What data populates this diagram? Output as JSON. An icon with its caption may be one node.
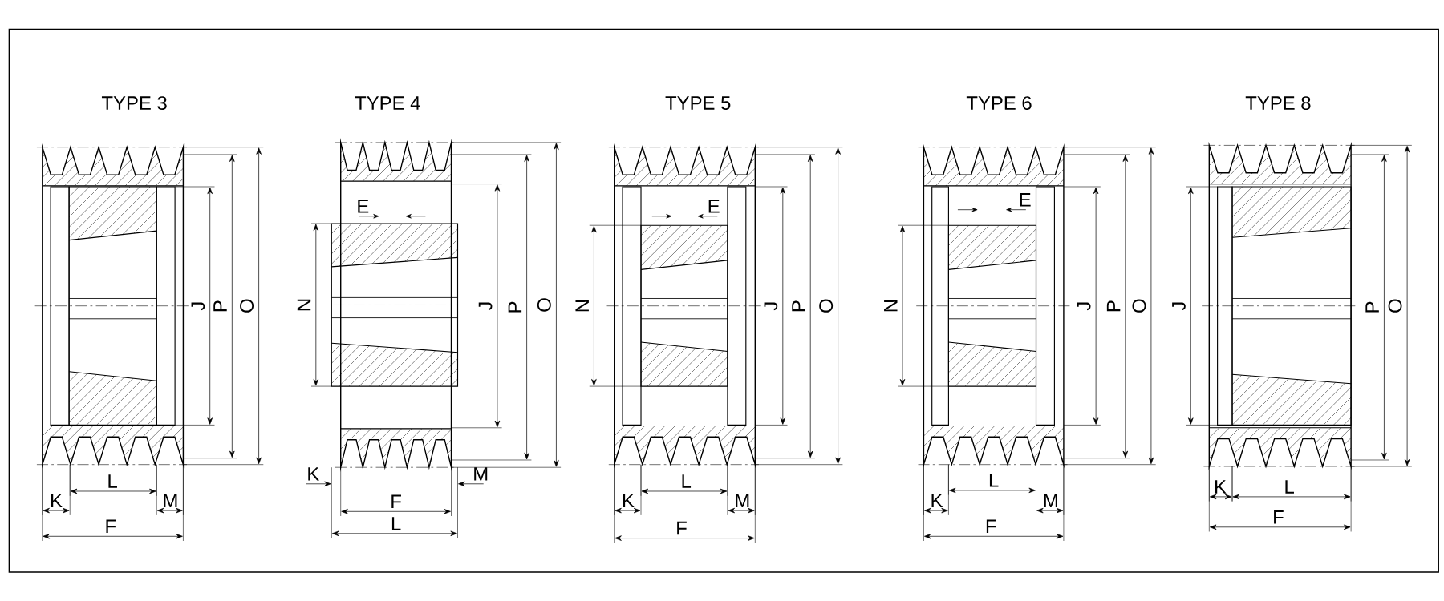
{
  "diagram": {
    "labels": [
      "TYPE 3",
      "J",
      "P",
      "O",
      "L",
      "K",
      "M",
      "F",
      "TYPE 4",
      "E",
      "N",
      "J",
      "P",
      "O",
      "K",
      "M",
      "F",
      "L",
      "TYPE 5",
      "E",
      "N",
      "J",
      "P",
      "O",
      "L",
      "K",
      "M",
      "F",
      "TYPE 6",
      "E",
      "N",
      "J",
      "P",
      "O",
      "L",
      "K",
      "M",
      "F",
      "TYPE 8",
      "J",
      "P",
      "O",
      "K",
      "L",
      "F"
    ]
  }
}
